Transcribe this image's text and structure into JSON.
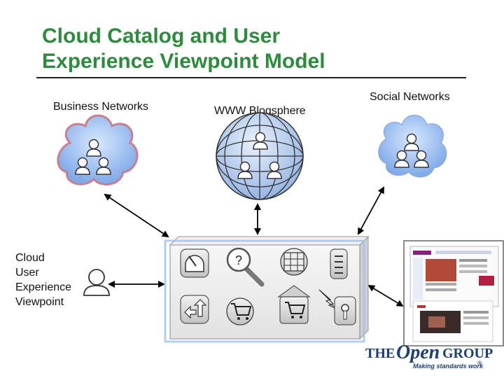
{
  "title_line1": "Cloud Catalog and User",
  "title_line2": "Experience Viewpoint Model",
  "labels": {
    "business": "Business Networks",
    "www": "WWW Blogsphere",
    "social": "Social Networks",
    "viewpoint": [
      "Cloud",
      "User",
      "Experience",
      "Viewpoint"
    ]
  },
  "catalog_icons": [
    "gauge-icon",
    "search-help-icon",
    "grid-icon",
    "list-icon",
    "transfer-icon",
    "cart-icon",
    "store-cart-icon",
    "lightning-lock-icon"
  ],
  "search_symbol": "?",
  "logo": {
    "the": "THE",
    "open": "Open",
    "group": "GROUP",
    "tagline": "Making standards work",
    "mark": "®"
  },
  "colors": {
    "title": "#2e8b3e",
    "cloud_red_tint": "#c8a8b8",
    "cloud_blue": "#9cc0ef",
    "logo": "#1d3f73"
  }
}
